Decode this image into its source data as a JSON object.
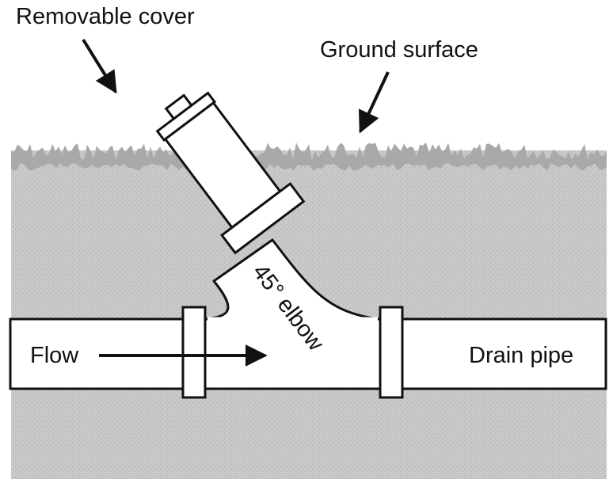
{
  "labels": {
    "removable_cover": "Removable cover",
    "ground_surface": "Ground surface",
    "elbow": "45° elbow",
    "flow": "Flow",
    "drain_pipe": "Drain pipe"
  },
  "colors": {
    "soil": "#c9c9c9",
    "soil_dots": "#b0b0b0",
    "grass": "#a9a9a9",
    "pipe_fill": "#ffffff",
    "line": "#111111",
    "background": "#ffffff"
  },
  "icons": [
    "arrow-icon"
  ]
}
